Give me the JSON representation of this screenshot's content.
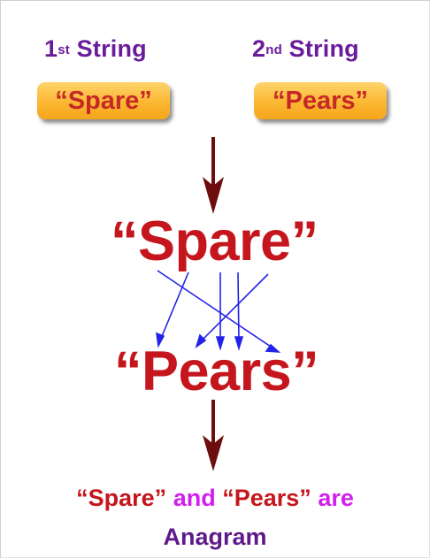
{
  "first_string": {
    "number": "1",
    "suffix": "st",
    "label": "String",
    "value": "“Spare”"
  },
  "second_string": {
    "number": "2",
    "suffix": "nd",
    "label": "String",
    "value": "“Pears”"
  },
  "word_top": "“Spare”",
  "word_bottom": "“Pears”",
  "result": {
    "word1": "“Spare”",
    "and": "and",
    "word2": "“Pears”",
    "are": "are",
    "conclusion": "Anagram"
  },
  "colors": {
    "heading": "#6a1b9a",
    "word_red": "#c4161c",
    "pill_orange": "#fbb731",
    "down_arrow": "#6d0d0d",
    "mapping_arrow": "#2323e8",
    "magenta": "#d21ff0"
  }
}
